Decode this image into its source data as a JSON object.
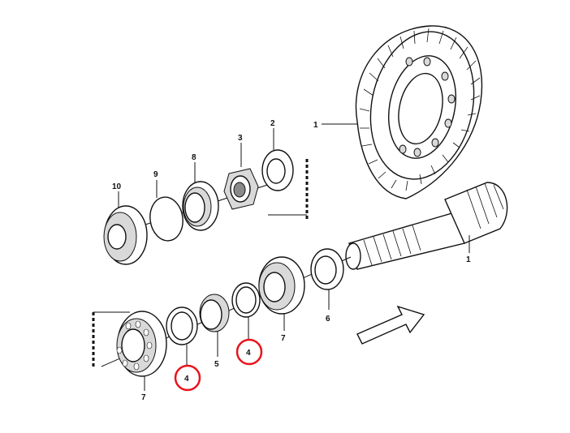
{
  "diagram": {
    "callouts": [
      {
        "id": "ring-gear",
        "label": "1"
      },
      {
        "id": "pinion",
        "label": "1"
      },
      {
        "id": "shim-2",
        "label": "2"
      },
      {
        "id": "nut-3",
        "label": "3"
      },
      {
        "id": "ring-4-left",
        "label": "4",
        "highlighted": true
      },
      {
        "id": "ring-4-right",
        "label": "4",
        "highlighted": true
      },
      {
        "id": "spacer-5",
        "label": "5"
      },
      {
        "id": "shim-6",
        "label": "6"
      },
      {
        "id": "bearing-7-left",
        "label": "7"
      },
      {
        "id": "bearing-7-right",
        "label": "7"
      },
      {
        "id": "cup-8",
        "label": "8"
      },
      {
        "id": "oring-9",
        "label": "9"
      },
      {
        "id": "seal-10",
        "label": "10"
      }
    ],
    "highlight_color": "#e8141c",
    "line_color": "#111111",
    "arrow_icon": "hollow-direction-arrow-icon"
  }
}
